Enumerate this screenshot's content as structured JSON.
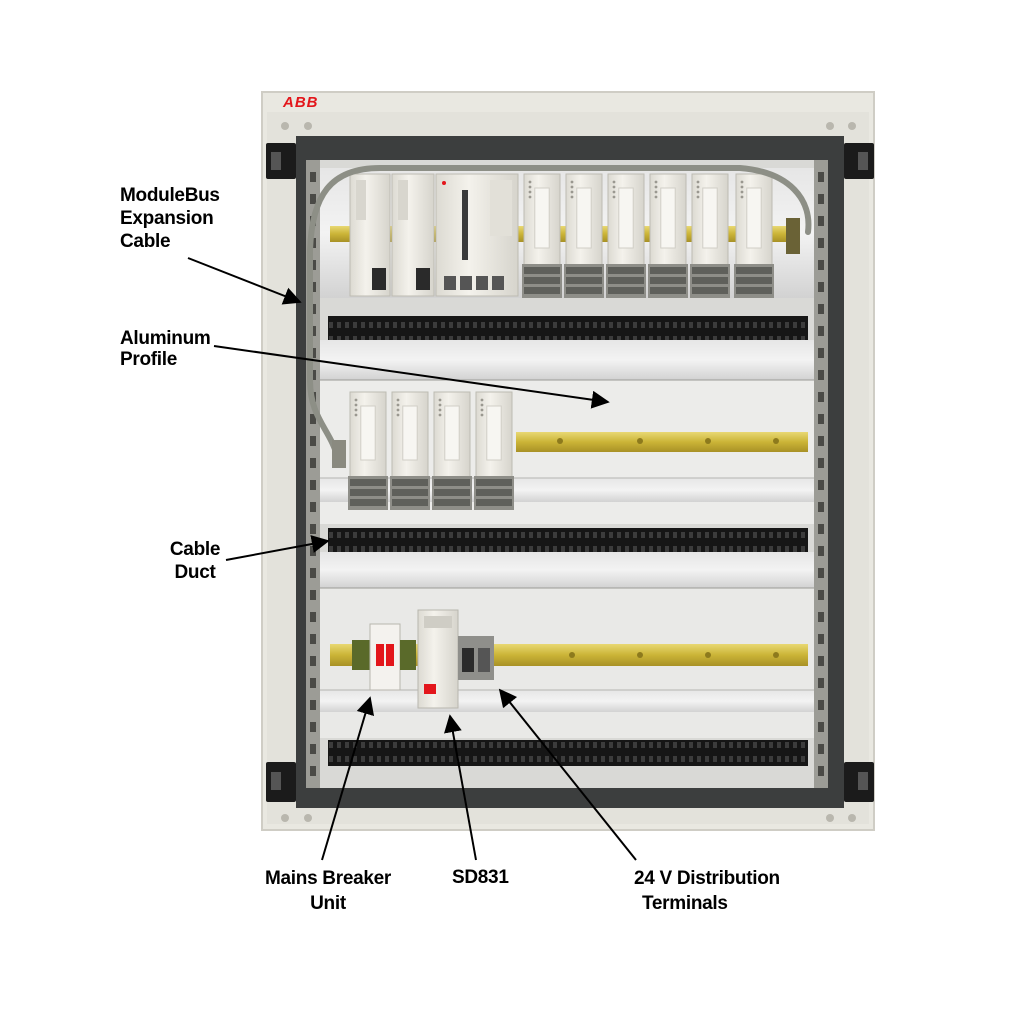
{
  "brand": {
    "text": "ABB",
    "color": "#e3161b"
  },
  "colors": {
    "enclosure": "#e9e8e1",
    "frame": "#3a3c3c",
    "din_rail": "#d2bd3b",
    "duct": "#111111",
    "module": "#efede6"
  },
  "labels": {
    "modulebus": [
      "ModuleBus",
      "Expansion",
      "Cable"
    ],
    "aluminum": [
      "Aluminum",
      "Profile"
    ],
    "duct": [
      "Cable",
      "Duct"
    ],
    "breaker": [
      "Mains Breaker",
      "Unit"
    ],
    "sd831": [
      "SD831"
    ],
    "terminals": [
      "24 V Distribution",
      "Terminals"
    ]
  }
}
